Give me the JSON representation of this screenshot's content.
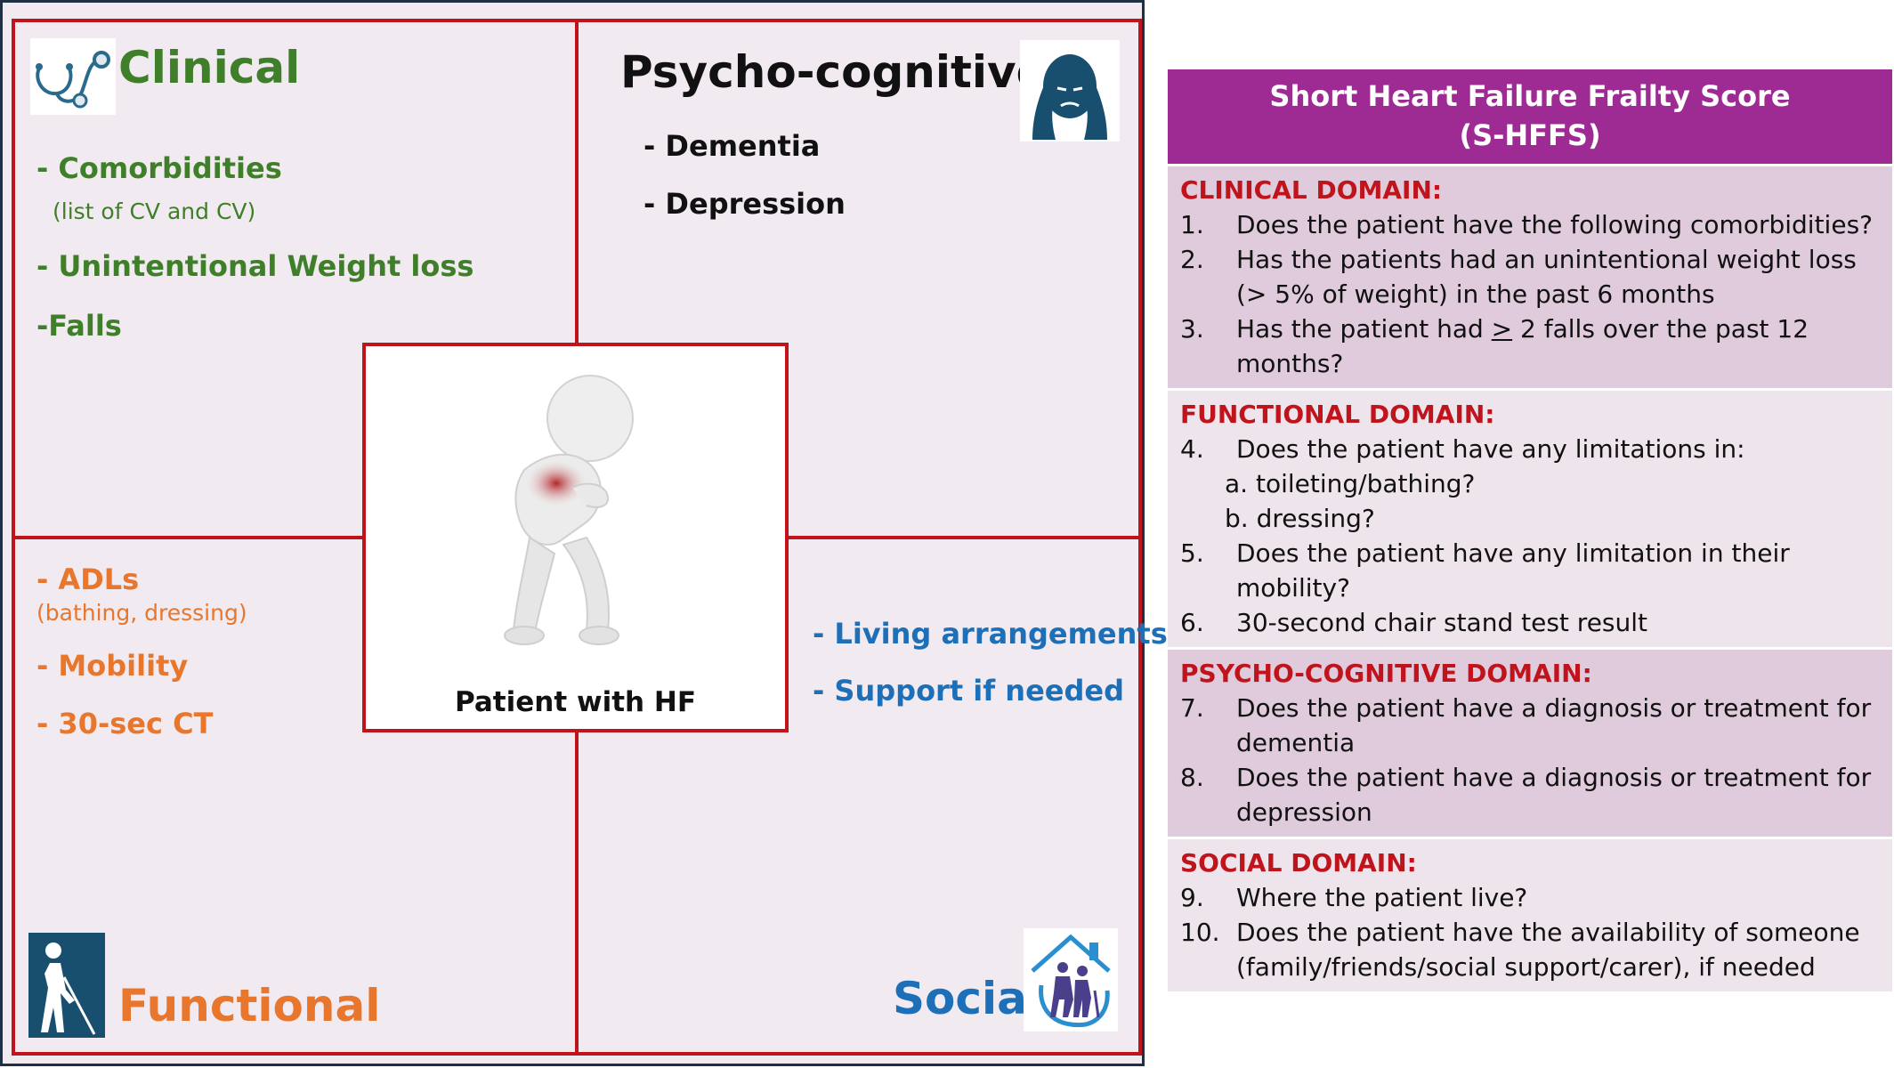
{
  "diagram": {
    "clinical": {
      "title": "Clinical",
      "icon": "stethoscope-icon",
      "items": [
        "- Comorbidities",
        "- Unintentional Weight loss",
        "-Falls"
      ],
      "comorbidities_note": "(list of CV and CV)"
    },
    "psycho": {
      "title": "Psycho-cognitive",
      "icon": "head-in-hands-icon",
      "items": [
        "- Dementia",
        "- Depression"
      ]
    },
    "functional": {
      "title": "Functional",
      "icon": "walking-cane-icon",
      "items": [
        "- ADLs",
        "- Mobility",
        "- 30-sec CT"
      ],
      "adls_note": "(bathing, dressing)"
    },
    "social": {
      "title": "Social",
      "icon": "elderly-home-icon",
      "items": [
        "- Living arrangements",
        "- Support if needed"
      ]
    },
    "center": {
      "label": "Patient with HF",
      "icon": "patient-chest-pain-icon"
    }
  },
  "score": {
    "title_line1": "Short Heart Failure Frailty Score",
    "title_line2": "(S-HFFS)",
    "domains": [
      {
        "title": "CLINICAL DOMAIN:",
        "questions": [
          {
            "num": "1.",
            "text": "Does the patient have the following comorbidities?"
          },
          {
            "num": "2.",
            "text": "Has the patients had an unintentional weight loss (> 5% of weight) in the past 6 months"
          },
          {
            "num": "3.",
            "text_before": "Has the patient had ",
            "symbol": ">",
            "text_after": " 2 falls over the past 12 months?"
          }
        ]
      },
      {
        "title": "FUNCTIONAL DOMAIN:",
        "questions": [
          {
            "num": "4.",
            "text": "Does the patient have any limitations in:"
          },
          {
            "sub": "a. toileting/bathing?"
          },
          {
            "sub": "b. dressing?"
          },
          {
            "num": "5.",
            "text": "Does the patient have any limitation in their mobility?"
          },
          {
            "num": "6.",
            "text": "30-second chair stand test result"
          }
        ]
      },
      {
        "title": "PSYCHO-COGNITIVE DOMAIN:",
        "questions": [
          {
            "num": "7.",
            "text": "Does the patient have a diagnosis or treatment for dementia"
          },
          {
            "num": "8.",
            "text": "Does the patient have a diagnosis or treatment for depression"
          }
        ]
      },
      {
        "title": "SOCIAL DOMAIN:",
        "questions": [
          {
            "num": "9.",
            "text": "Where the patient live?"
          },
          {
            "num": "10.",
            "text": "Does the patient have the availability of someone (family/friends/social support/carer), if needed"
          }
        ]
      }
    ]
  },
  "colors": {
    "frame_red": "#c0141c",
    "clinical_green": "#3f7f2a",
    "functional_orange": "#e8762c",
    "social_blue": "#1d6fb8",
    "header_purple": "#9e2a94"
  }
}
